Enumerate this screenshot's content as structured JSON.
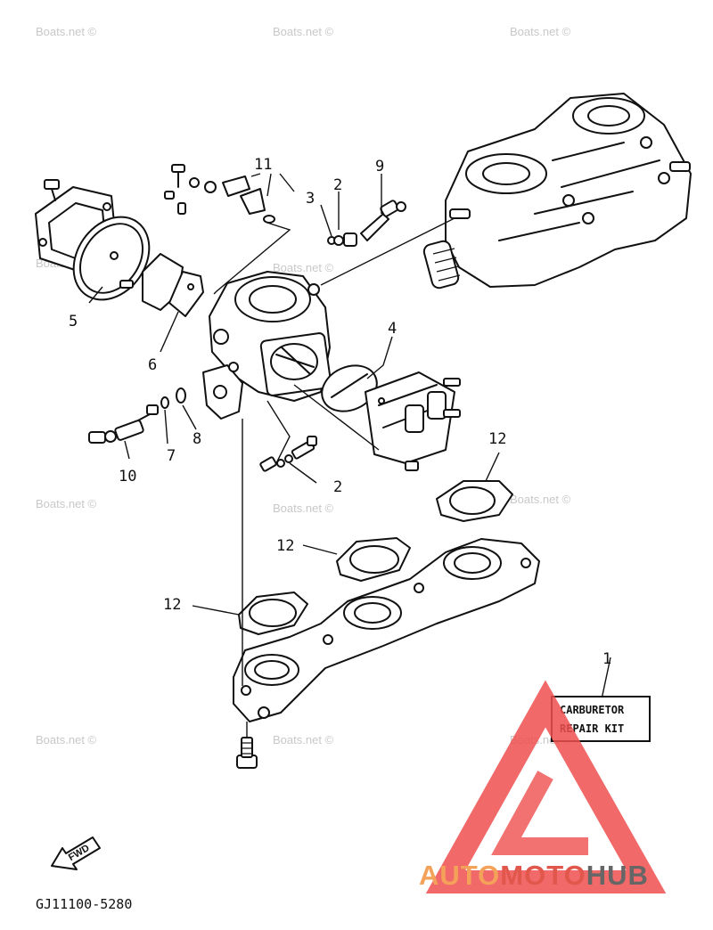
{
  "watermark": "Boats.net ©",
  "callouts": [
    "1",
    "2",
    "2",
    "3",
    "4",
    "5",
    "6",
    "7",
    "8",
    "9",
    "10",
    "11",
    "12",
    "12",
    "12"
  ],
  "kit_label": {
    "line1": "CARBURETOR",
    "line2": "REPAIR KIT"
  },
  "fwd_label": "FWD",
  "part_code": "GJ11100-5280",
  "brand": {
    "part1": "AUTO",
    "part2": "MOTO",
    "part3": "HUB",
    "color1": "#f4a259",
    "color2": "#e2574c",
    "color3": "#666666"
  },
  "colors": {
    "ink": "#111111",
    "watermark": "#c8c8c8",
    "logo_red": "#ef4f4f"
  }
}
